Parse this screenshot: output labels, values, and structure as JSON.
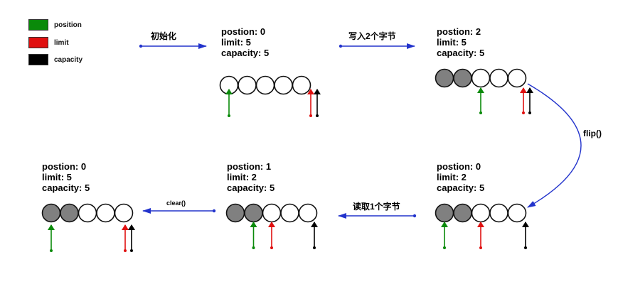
{
  "colors": {
    "position": "#0a8a0a",
    "limit": "#e01010",
    "capacity": "#000000",
    "transition_arrow": "#2233cc",
    "filled_circle": "#808080"
  },
  "legend": [
    {
      "label": "position",
      "color": "#0a8a0a"
    },
    {
      "label": "limit",
      "color": "#e01010"
    },
    {
      "label": "capacity",
      "color": "#000000"
    }
  ],
  "states": [
    {
      "lines": [
        "postion: 0",
        "limit: 5",
        "capacity: 5"
      ],
      "filled": 0,
      "position": 0,
      "limit": 5,
      "capacity": 5
    },
    {
      "lines": [
        "postion: 2",
        "limit: 5",
        "capacity: 5"
      ],
      "filled": 2,
      "position": 2,
      "limit": 5,
      "capacity": 5
    },
    {
      "lines": [
        "postion: 0",
        "limit: 2",
        "capacity: 5"
      ],
      "filled": 2,
      "position": 0,
      "limit": 2,
      "capacity": 5
    },
    {
      "lines": [
        "postion: 1",
        "limit: 2",
        "capacity: 5"
      ],
      "filled": 2,
      "position": 1,
      "limit": 2,
      "capacity": 5
    },
    {
      "lines": [
        "postion: 0",
        "limit: 5",
        "capacity: 5"
      ],
      "filled": 2,
      "position": 0,
      "limit": 5,
      "capacity": 5
    }
  ],
  "transitions": {
    "init": "初始化",
    "write": "写入2个字节",
    "flip": "flip()",
    "read": "读取1个字节",
    "clear": "clear()"
  }
}
